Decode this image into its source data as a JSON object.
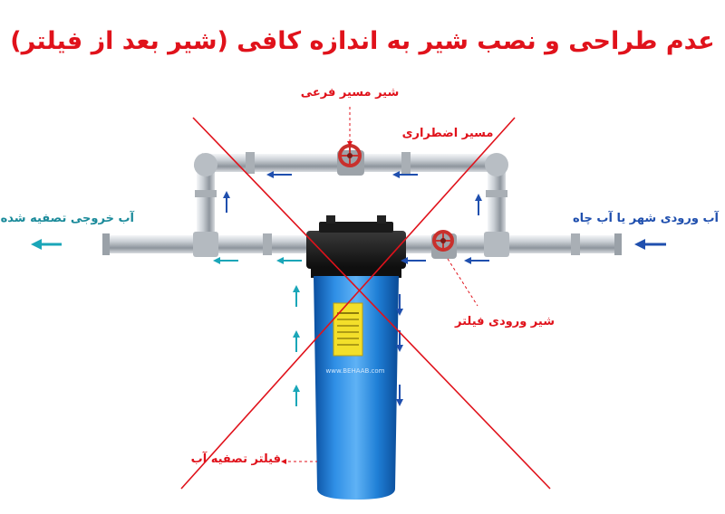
{
  "title": "عدم طراحی و نصب شیر به اندازه کافی (شیر بعد از فیلتر)",
  "labels": {
    "bypass_valve": "شیر مسیر فرعی",
    "emergency_path": "مسیر اضطراری",
    "inlet_water": "آب ورودی شهر یا آب چاه",
    "outlet_water": "آب خروجی تصفیه شده",
    "filter_inlet_valve": "شیر ورودی فیلتر",
    "water_filter": "فیلتر تصفیه آب"
  },
  "watermark": "www.BEHAAB.com",
  "colors": {
    "title": "#e0121b",
    "inlet_arrow": "#1f4fae",
    "outlet_arrow": "#1a8a9a",
    "cross": "#e0121b",
    "filter_housing": "#1e7fd8",
    "valve": "#c9302c"
  }
}
